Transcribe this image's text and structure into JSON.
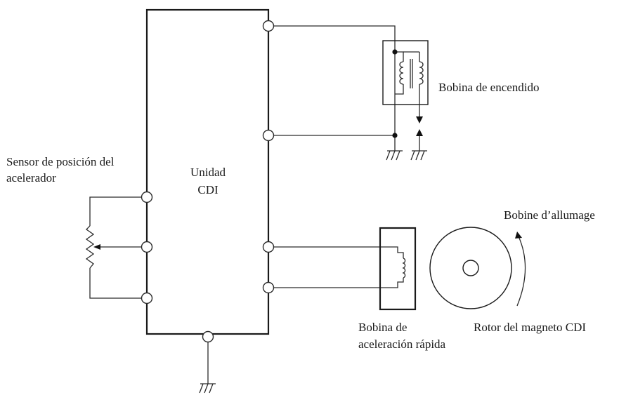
{
  "labels": {
    "cdi_unit": [
      "Unidad",
      "CDI"
    ],
    "throttle_sensor": [
      "Sensor de posición del",
      "acelerador"
    ],
    "ignition_coil": "Bobina de encendido",
    "acceleration_coil": [
      "Bobina de",
      "aceleración rápida"
    ],
    "rotation_label": "Bobine d’allumage",
    "rotor": "Rotor del magneto CDI"
  },
  "colors": {
    "line": "#2b2b2b",
    "background": "#ffffff"
  }
}
